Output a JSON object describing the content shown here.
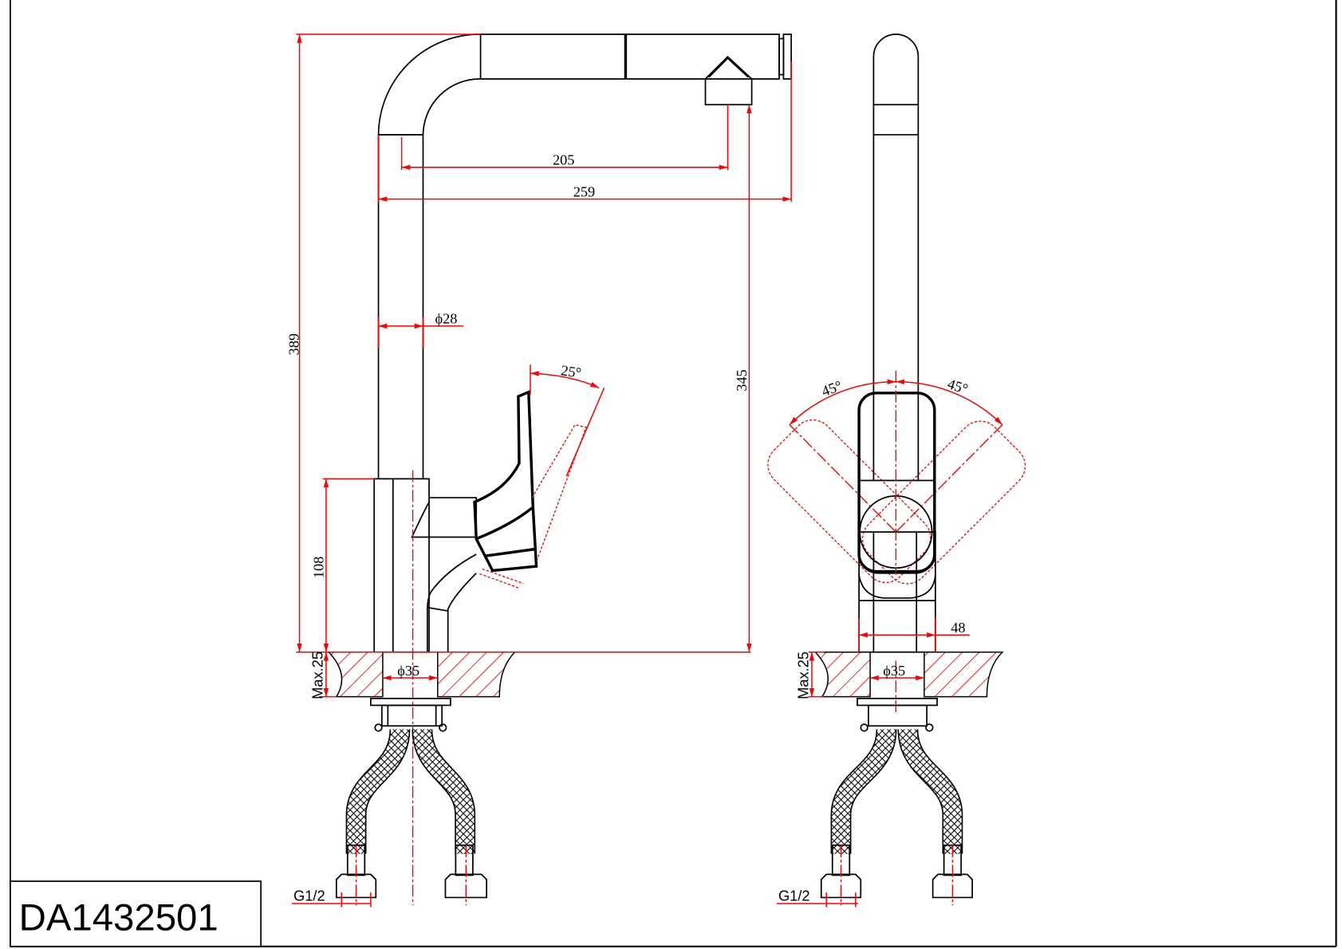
{
  "drawing": {
    "model_number": "DA1432501",
    "side_view": {
      "dim_spout_reach": "205",
      "dim_total_reach": "259",
      "dim_total_height": "389",
      "dim_outlet_height": "345",
      "dim_pipe_diameter": "ϕ28",
      "dim_lever_angle": "25°",
      "dim_body_height": "108",
      "dim_max_counter": "Max.25",
      "dim_hole_diameter": "ϕ35",
      "dim_thread": "G1/2"
    },
    "front_view": {
      "dim_angle_left": "45°",
      "dim_angle_right": "45°",
      "dim_body_width": "48",
      "dim_max_counter": "Max.25",
      "dim_hole_diameter": "ϕ35",
      "dim_thread": "G1/2"
    },
    "colors": {
      "outline": "#000000",
      "dimension": "#ff0000"
    }
  }
}
